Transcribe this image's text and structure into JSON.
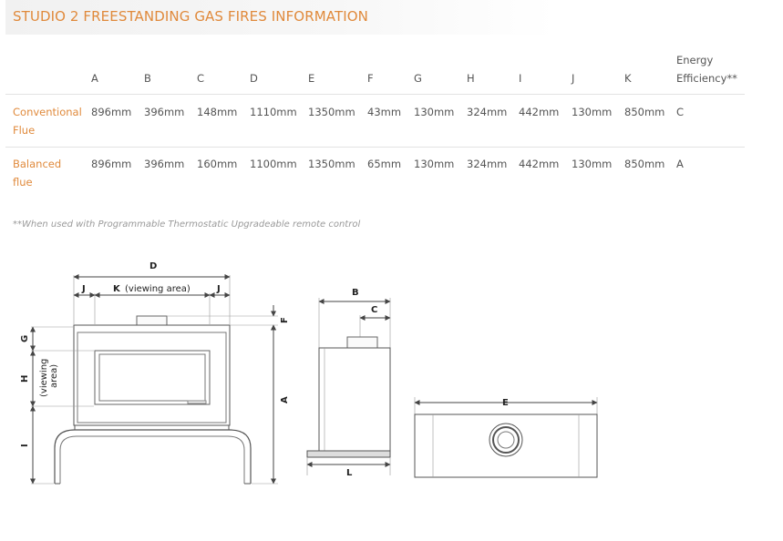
{
  "page": {
    "title": "STUDIO 2 FREESTANDING GAS FIRES INFORMATION",
    "footnote": "**When used with Programmable Thermostatic Upgradeable remote control"
  },
  "table": {
    "headers": [
      "A",
      "B",
      "C",
      "D",
      "E",
      "F",
      "G",
      "H",
      "I",
      "J",
      "K"
    ],
    "energy_header_line1": "Energy",
    "energy_header_line2": "Efficiency**",
    "rows": [
      {
        "label_line1": "Conventional",
        "label_line2": "Flue",
        "values": [
          "896mm",
          "396mm",
          "148mm",
          "1110mm",
          "1350mm",
          "43mm",
          "130mm",
          "324mm",
          "442mm",
          "130mm",
          "850mm"
        ],
        "efficiency": "C"
      },
      {
        "label_line1": "Balanced",
        "label_line2": "flue",
        "values": [
          "896mm",
          "396mm",
          "160mm",
          "1100mm",
          "1350mm",
          "65mm",
          "130mm",
          "324mm",
          "442mm",
          "130mm",
          "850mm"
        ],
        "efficiency": "A"
      }
    ]
  },
  "diagram": {
    "front": {
      "D": "D",
      "J_left": "J",
      "K": "K",
      "K_note": "(viewing area)",
      "J_right": "J",
      "F": "F",
      "G": "G",
      "H": "H",
      "H_note_line1": "(viewing",
      "H_note_line2": "area)",
      "I": "I",
      "A": "A"
    },
    "side": {
      "B": "B",
      "C": "C",
      "L": "L"
    },
    "top": {
      "E": "E"
    }
  },
  "colors": {
    "accent": "#e08a3c",
    "text": "#555555",
    "divider": "#e3e3e3"
  }
}
